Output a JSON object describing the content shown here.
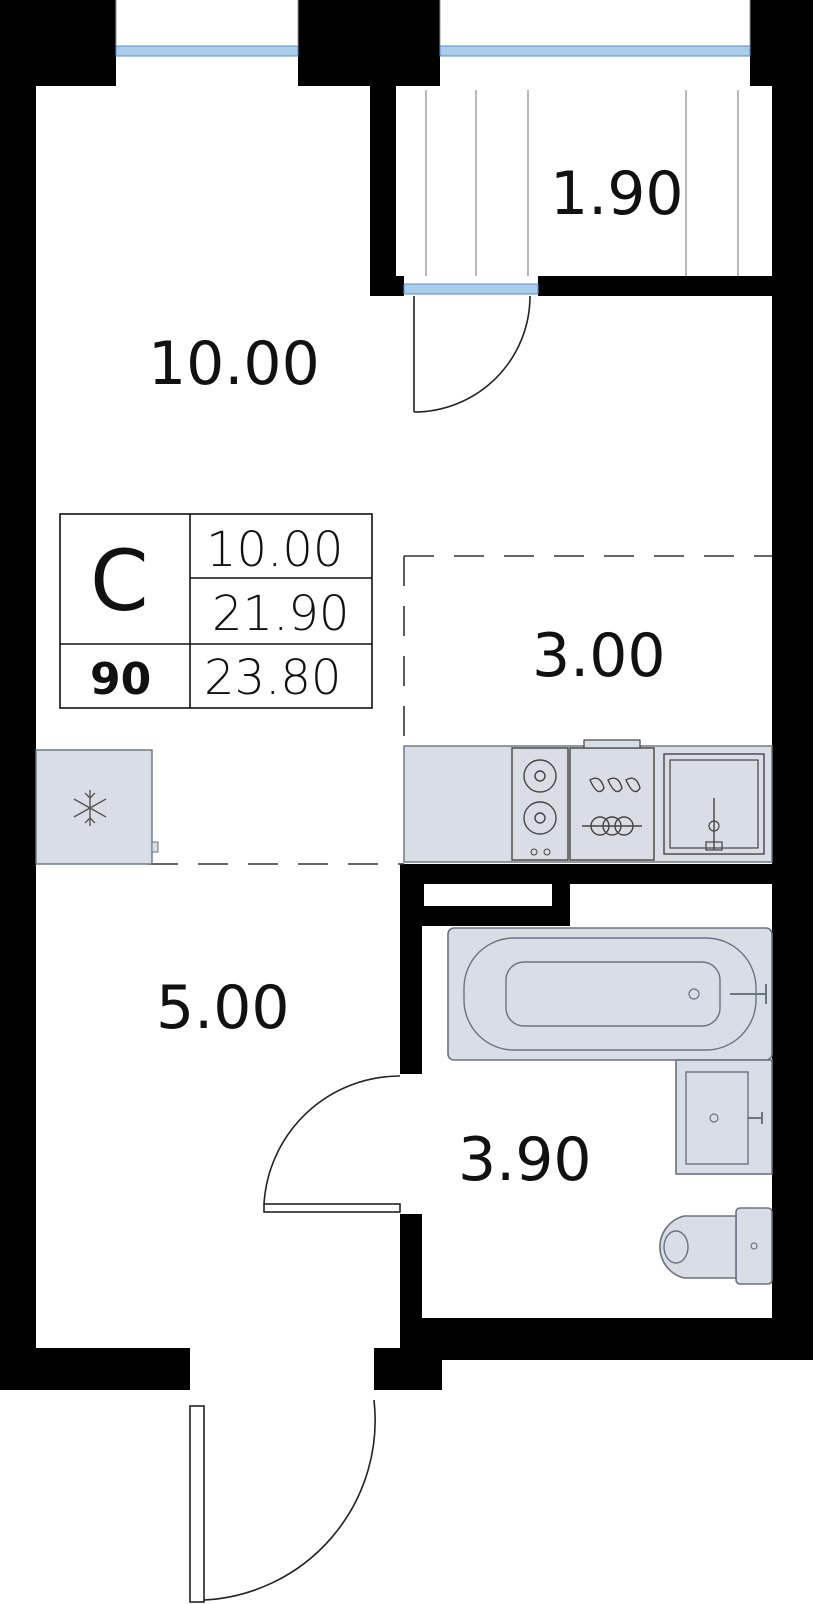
{
  "rooms": [
    {
      "id": "living",
      "area": "10.00"
    },
    {
      "id": "balcony",
      "area": "1.90"
    },
    {
      "id": "kitchen",
      "area": "3.00"
    },
    {
      "id": "hallway",
      "area": "5.00"
    },
    {
      "id": "bathroom",
      "area": "3.90"
    }
  ],
  "legend": {
    "type_letter": "С",
    "number": "90",
    "living_area": "10.00",
    "total_area": "21.90",
    "total_with_balcony": "23.80"
  },
  "colors": {
    "wall": "#000000",
    "fixture_fill": "#d9dde6",
    "fixture_stroke": "#6b7280",
    "window_glass": "#a9cdea",
    "background": "#ffffff"
  }
}
